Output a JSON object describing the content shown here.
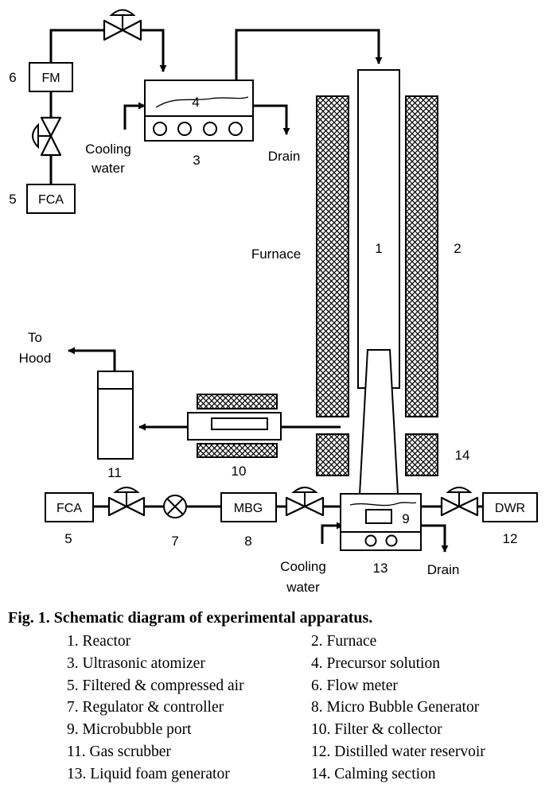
{
  "diagram": {
    "boxes": {
      "fm": "FM",
      "fca_top": "FCA",
      "fca_bottom": "FCA",
      "mbg": "MBG",
      "dwr": "DWR"
    },
    "labels": {
      "n1": "1",
      "n2": "2",
      "n3": "3",
      "n4": "4",
      "n5_top": "5",
      "n5_bottom": "5",
      "n6": "6",
      "n7": "7",
      "n8": "8",
      "n9": "9",
      "n10": "10",
      "n11": "11",
      "n12": "12",
      "n13": "13",
      "n14": "14",
      "furnace": "Furnace",
      "cooling_top_1": "Cooling",
      "cooling_top_2": "water",
      "drain_top": "Drain",
      "to_hood_1": "To",
      "to_hood_2": "Hood",
      "cooling_bottom_1": "Cooling",
      "cooling_bottom_2": "water",
      "drain_bottom": "Drain"
    }
  },
  "caption": "Fig. 1. Schematic diagram of experimental apparatus.",
  "legend": {
    "col1": [
      "1. Reactor",
      "3. Ultrasonic atomizer",
      "5. Filtered & compressed air",
      "7. Regulator & controller",
      "9. Microbubble port",
      "11. Gas scrubber",
      "13. Liquid foam generator"
    ],
    "col2": [
      "2. Furnace",
      "4. Precursor solution",
      "6. Flow meter",
      "8. Micro Bubble Generator",
      "10. Filter & collector",
      "12. Distilled water reservoir",
      "14. Calming section"
    ]
  }
}
